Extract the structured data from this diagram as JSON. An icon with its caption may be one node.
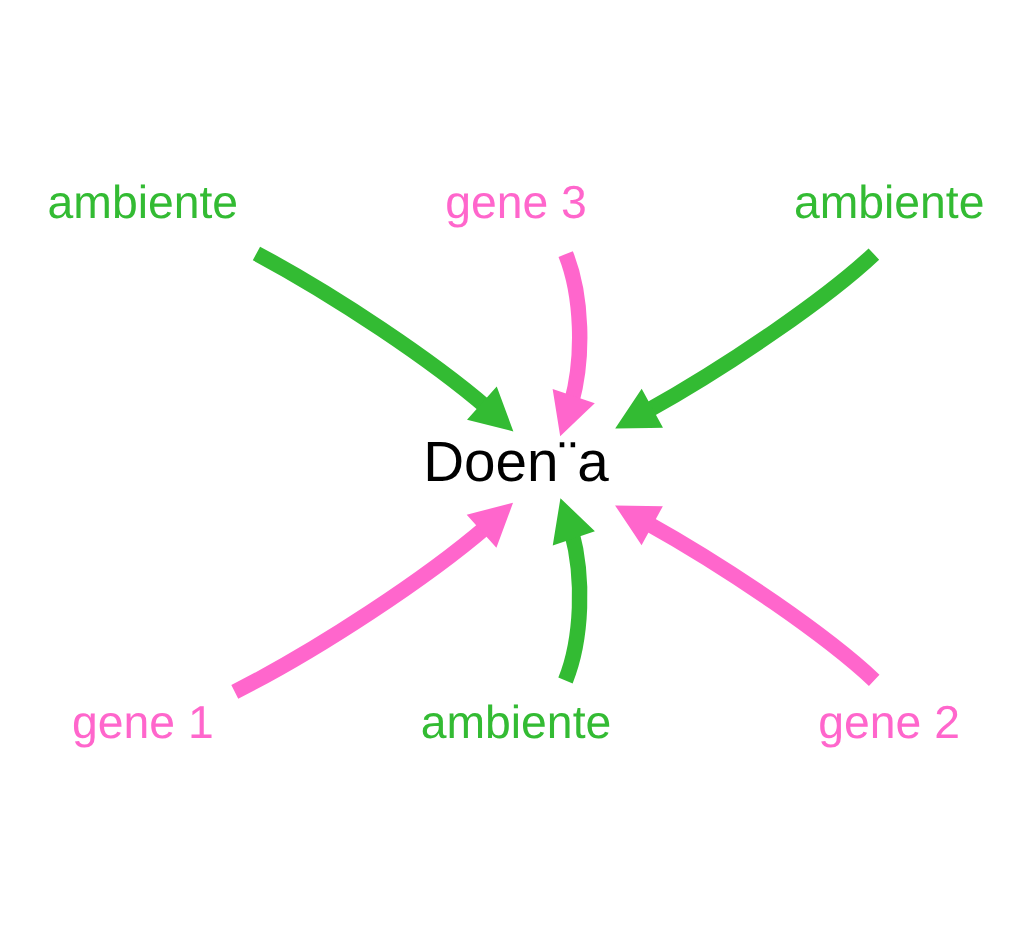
{
  "diagram": {
    "nodes": [
      {
        "text": [
          "gene 3"
        ]
      },
      {
        "text": [
          "ambiente"
        ]
      },
      {
        "text": [
          "ambiente"
        ]
      },
      {
        "text": [
          "Doen¨a"
        ]
      },
      {
        "text": [
          "gene 1"
        ]
      },
      {
        "text": [
          "gene 2"
        ]
      },
      {
        "text": [
          "ambiente"
        ]
      }
    ],
    "edges": [
      {
        "from": 0,
        "to": 3,
        "arrow": "to",
        "color": "#ff66cc"
      },
      {
        "from": 1,
        "to": 3,
        "arrow": "to",
        "color": "#33bb33"
      },
      {
        "from": 2,
        "to": 3,
        "arrow": "to",
        "color": "#33bb33"
      },
      {
        "from": 4,
        "to": 3,
        "arrow": "to",
        "color": "#ff66cc"
      },
      {
        "from": 5,
        "to": 3,
        "arrow": "to",
        "color": "#ff66cc"
      },
      {
        "from": 6,
        "to": 3,
        "arrow": "to",
        "color": "#33bb33"
      }
    ]
  }
}
